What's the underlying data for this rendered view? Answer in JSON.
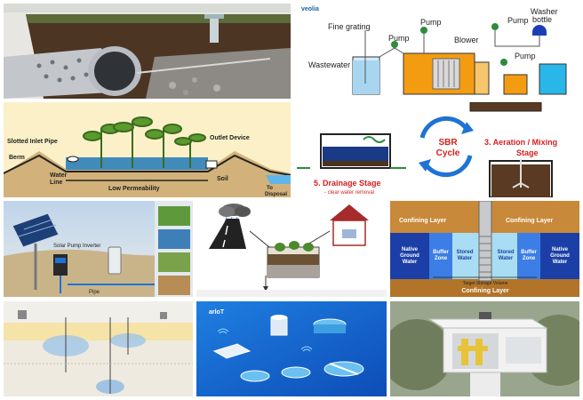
{
  "tiles": {
    "wastewater": {
      "brand": "veolia",
      "labels": {
        "fine_grating": "Fine grating",
        "pump1": "Pump",
        "pump2": "Pump",
        "pump3": "Pump",
        "pump4": "Pump",
        "blower": "Blower",
        "washer1": "Washer",
        "washer2": "bottle",
        "wastewater": "Wastewater"
      }
    },
    "biofilter": {
      "labels": {
        "slotted_inlet_pipe": "Slotted Inlet Pipe",
        "outlet_device": "Outlet Device",
        "berm": "Berm",
        "water_line1": "Water",
        "water_line2": "Line",
        "low_permeability": "Low Permeability",
        "soil": "Soil",
        "to_disposal1": "To",
        "to_disposal2": "Disposal"
      }
    },
    "sbr": {
      "labels": {
        "cycle_line1": "SBR",
        "cycle_line2": "Cycle",
        "aeration1": "3. Aeration / Mixing",
        "aeration2": "Stage",
        "drainage": "5. Drainage Stage",
        "clear_water": "- clear water removal"
      }
    },
    "solar_pump": {
      "labels": {
        "inverter": "Solar Pump Inverter",
        "pipe": "Pipe"
      }
    },
    "aquifer": {
      "labels": {
        "confining_left": "Confining Layer",
        "confining_right": "Confining Layer",
        "native_left1": "Native",
        "native_left2": "Ground",
        "native_left3": "Water",
        "buffer_left1": "Buffer",
        "buffer_left2": "Zone",
        "stored_left1": "Stored",
        "stored_left2": "Water",
        "stored_right1": "Stored",
        "stored_right2": "Water",
        "buffer_right1": "Buffer",
        "buffer_right2": "Zone",
        "native_right1": "Native",
        "native_right2": "Ground",
        "native_right3": "Water",
        "target_volume": "Target Storage Volume",
        "confining_bottom": "Confining Layer"
      }
    },
    "iot": {
      "brand": "arloT"
    }
  }
}
